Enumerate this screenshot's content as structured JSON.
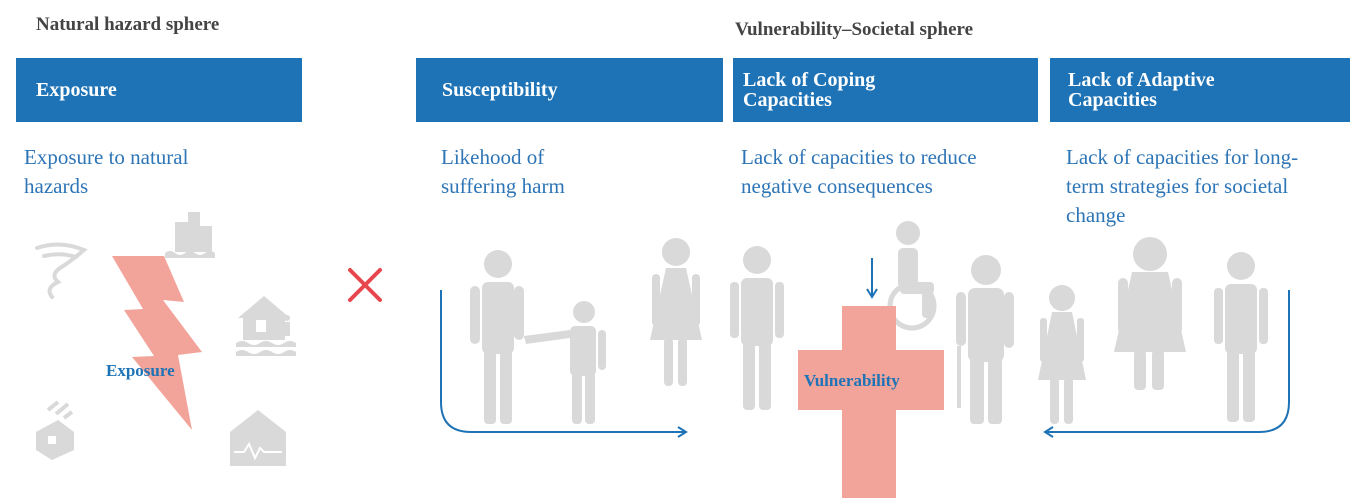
{
  "spheres": {
    "natural": "Natural hazard sphere",
    "societal": "Vulnerability–Societal sphere"
  },
  "columns": [
    {
      "header": "Exposure",
      "description": "Exposure to natural hazards"
    },
    {
      "header": "Susceptibility",
      "description": "Likehood of suffering harm"
    },
    {
      "header": "Lack of Coping Capacities",
      "description": "Lack of capacities to reduce negative consequences"
    },
    {
      "header": "Lack of Adaptive Capacities",
      "description": "Lack of capacities for long-term strategies for societal change"
    }
  ],
  "labels": {
    "exposure": "Exposure",
    "vulnerability": "Vulnerability"
  },
  "colors": {
    "header_blue": "#1e73b6",
    "text_blue": "#2e75b6",
    "salmon": "#f2a49a",
    "gray_icon": "#d9d9d9",
    "cross_red": "#e8464d"
  },
  "icons": [
    "tornado-icon",
    "flooded-city-icon",
    "flooded-house-icon",
    "landslide-icon",
    "earthquake-icon",
    "lightning-icon",
    "multiply-icon",
    "wheelchair-icon"
  ]
}
